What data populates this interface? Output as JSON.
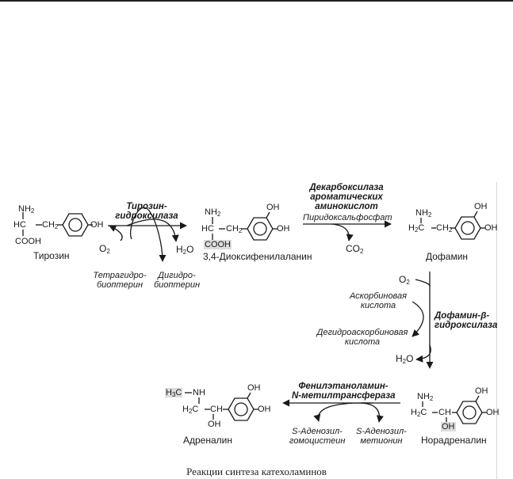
{
  "caption": "Реакции синтеза катехоламинов",
  "atoms": {
    "nh2": "NH",
    "two": "2",
    "hc": "HC",
    "h2c": "H",
    "ch2": "CH",
    "ch": "CH",
    "cooh": "COOH",
    "oh": "OH",
    "o2": "O",
    "h2o_h": "H",
    "h2o_o": "O",
    "co2": "CO",
    "nh": "NH",
    "h3c": "H",
    "three": "3",
    "c": "C"
  },
  "compounds": {
    "tyrosine": "Тирозин",
    "dopa": "3,4-Диоксифенилаланин",
    "dopamine": "Дофамин",
    "noradrenaline": "Норадреналин",
    "adrenaline": "Адреналин"
  },
  "enzymes": {
    "tyrosine_hydroxylase_1": "Тирозин-",
    "tyrosine_hydroxylase_2": "гидроксилаза",
    "decarboxylase_1": "Декарбоксилаза",
    "decarboxylase_2": "ароматических",
    "decarboxylase_3": "аминокислот",
    "dbh_1": "Дофамин-β-",
    "dbh_2": "гидроксилаза",
    "pnmt_1": "Фенилэтаноламин-",
    "pnmt_2": "N-метилтрансфераза"
  },
  "cofactors": {
    "thbp_1": "Тетрагидро-",
    "thbp_2": "биоптерин",
    "dhbp_1": "Дигидро-",
    "dhbp_2": "биоптерин",
    "plp": "Пиридоксальфосфат",
    "ascorbic_1": "Аскорбиновая",
    "ascorbic_2": "кислота",
    "dehydroascorbic_1": "Дегидроаскорбиновая",
    "dehydroascorbic_2": "кислота",
    "sah_1": "S-Аденозил-",
    "sah_2": "гомоцистеин",
    "sam_1": "S-Аденозил-",
    "sam_2": "метионин"
  }
}
